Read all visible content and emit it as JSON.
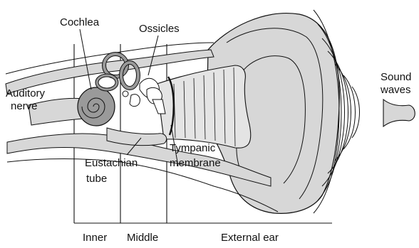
{
  "labels": {
    "cochlea": "Cochlea",
    "ossicles": "Ossicles",
    "auditory_nerve_1": "Auditory",
    "auditory_nerve_2": "nerve",
    "eustachian_1": "Eustachian",
    "eustachian_2": "tube",
    "tympanic_1": "Tympanic",
    "tympanic_2": "membrane",
    "sound_1": "Sound",
    "sound_2": "waves"
  },
  "regions": {
    "inner": "Inner",
    "middle": "Middle",
    "external": "External ear"
  },
  "colors": {
    "ink": "#111111",
    "fill": "#d7d7d7",
    "dark_fill": "#9a9a9a",
    "canal_fill": "#e4e4e4",
    "background": "#ffffff"
  }
}
